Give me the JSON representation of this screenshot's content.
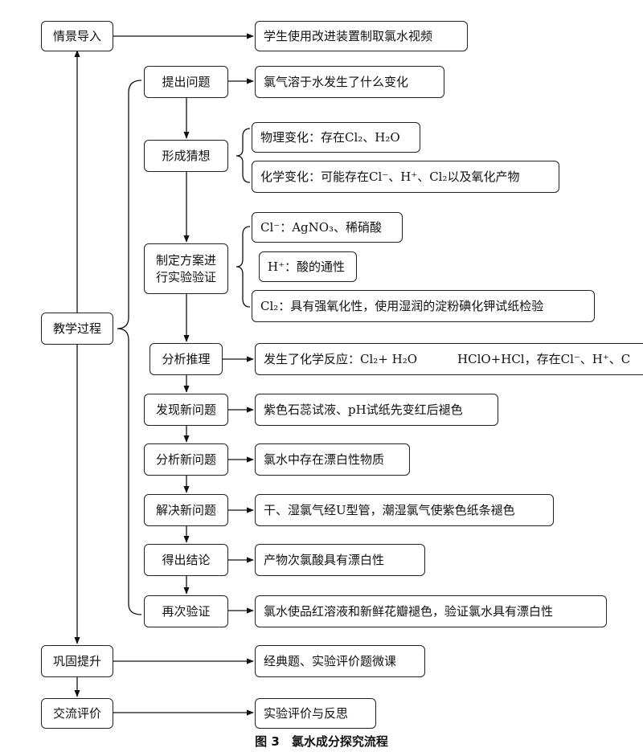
{
  "left": {
    "intro": "情景导入",
    "process": "教学过程",
    "consolidate": "巩固提升",
    "evaluate": "交流评价"
  },
  "steps": {
    "ask": "提出问题",
    "guess": "形成猜想",
    "plan_line1": "制定方案进",
    "plan_line2": "行实验验证",
    "analyze": "分析推理",
    "new_problem": "发现新问题",
    "analyze_new": "分析新问题",
    "solve_new": "解决新问题",
    "conclusion": "得出结论",
    "verify_again": "再次验证"
  },
  "results": {
    "intro": "学生使用改进装置制取氯水视频",
    "ask": "氯气溶于水发生了什么变化",
    "guess_physical": "物理变化：存在Cl₂、H₂O",
    "guess_chemical": "化学变化：可能存在Cl⁻、H⁺、Cl₂以及氧化产物",
    "plan_cl": "Cl⁻：AgNO₃、稀硝酸",
    "plan_h": "H⁺：酸的通性",
    "plan_cl2": "Cl₂：具有强氧化性，使用湿润的淀粉碘化钾试纸检验",
    "analyze_left": "发生了化学反应：Cl₂+ H₂O",
    "analyze_right": "HClO+HCl，存在Cl⁻、H⁺、C",
    "new_problem": "紫色石蕊试液、pH试纸先变红后褪色",
    "analyze_new": "氯水中存在漂白性物质",
    "solve_new": "干、湿氯气经U型管，潮湿氯气使紫色纸条褪色",
    "conclusion": "产物次氯酸具有漂白性",
    "verify_again": "氯水使品红溶液和新鲜花瓣褪色，验证氯水具有漂白性",
    "consolidate": "经典题、实验评价题微课",
    "evaluate": "实验评价与反思"
  },
  "caption": "图 3　氯水成分探究流程"
}
